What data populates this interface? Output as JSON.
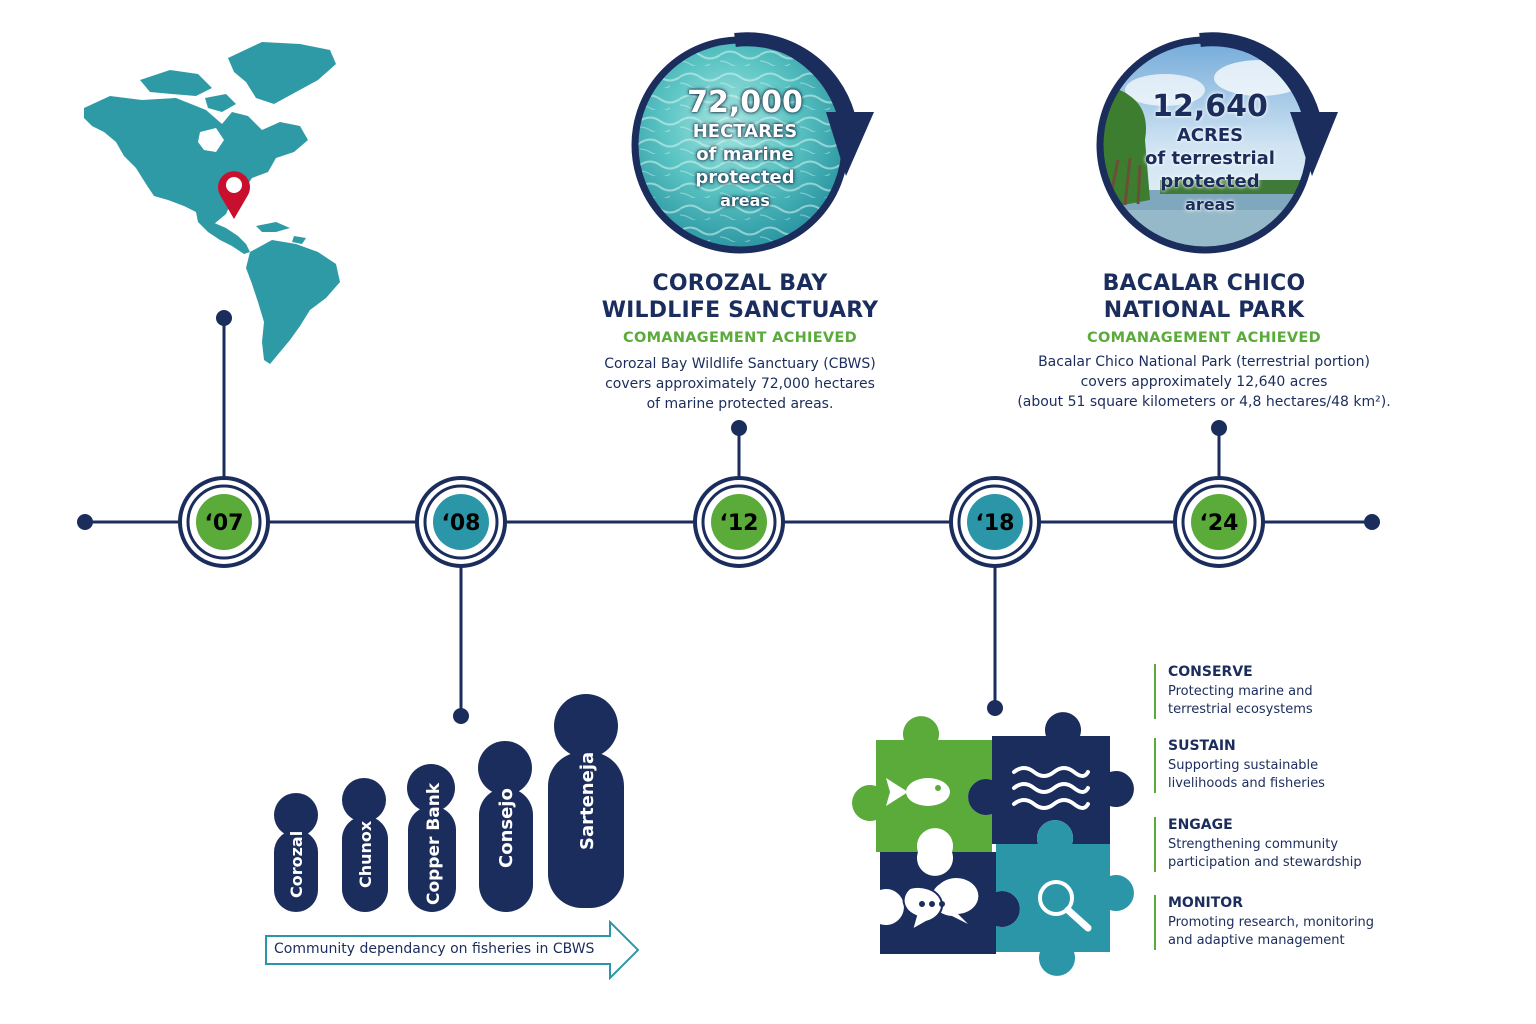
{
  "colors": {
    "navy": "#1b2d5c",
    "teal": "#2b96a8",
    "green": "#5aab3a",
    "map_teal": "#2e9aa6",
    "pin_red": "#c8102e"
  },
  "timeline": {
    "years": [
      {
        "label": "‘07",
        "color": "green"
      },
      {
        "label": "‘08",
        "color": "teal"
      },
      {
        "label": "‘12",
        "color": "green"
      },
      {
        "label": "‘18",
        "color": "teal"
      },
      {
        "label": "‘24",
        "color": "green"
      }
    ]
  },
  "map": {
    "icon": "location-pin-icon"
  },
  "corozal": {
    "stat_number": "72,000",
    "stat_unit": "HECTARES",
    "stat_line1": "of marine",
    "stat_line2": "protected",
    "stat_line3": "areas",
    "title_line1": "COROZAL BAY",
    "title_line2": "WILDLIFE SANCTUARY",
    "status": "COMANAGEMENT ACHIEVED",
    "desc_line1": "Corozal Bay Wildlife Sanctuary (CBWS)",
    "desc_line2": "covers approximately 72,000 hectares",
    "desc_line3": "of marine protected areas."
  },
  "bacalar": {
    "stat_number": "12,640",
    "stat_unit": "ACRES",
    "stat_line1": "of terrestrial",
    "stat_line2": "protected",
    "stat_line3": "areas",
    "title_line1": "BACALAR CHICO",
    "title_line2": "NATIONAL PARK",
    "status": "COMANAGEMENT ACHIEVED",
    "desc_line1": "Bacalar Chico National Park (terrestrial portion)",
    "desc_line2": "covers approximately 12,640 acres",
    "desc_line3": "(about 51 square kilometers or 4,8 hectares/48 km²)."
  },
  "communities": {
    "names": [
      "Corozal",
      "Chunox",
      "Copper Bank",
      "Consejo",
      "Sarteneja"
    ],
    "arrow_label": "Community dependancy on fisheries in CBWS"
  },
  "pillars": [
    {
      "heading": "CONSERVE",
      "line1": "Protecting marine and",
      "line2": "terrestrial ecosystems"
    },
    {
      "heading": "SUSTAIN",
      "line1": "Supporting sustainable",
      "line2": "livelihoods and fisheries"
    },
    {
      "heading": "ENGAGE",
      "line1": "Strengthening community",
      "line2": "participation and stewardship"
    },
    {
      "heading": "MONITOR",
      "line1": "Promoting research, monitoring",
      "line2": "and adaptive management"
    }
  ],
  "puzzle": {
    "icons": [
      "fish-icon",
      "waves-icon",
      "chat-bubbles-icon",
      "magnifier-icon"
    ]
  }
}
